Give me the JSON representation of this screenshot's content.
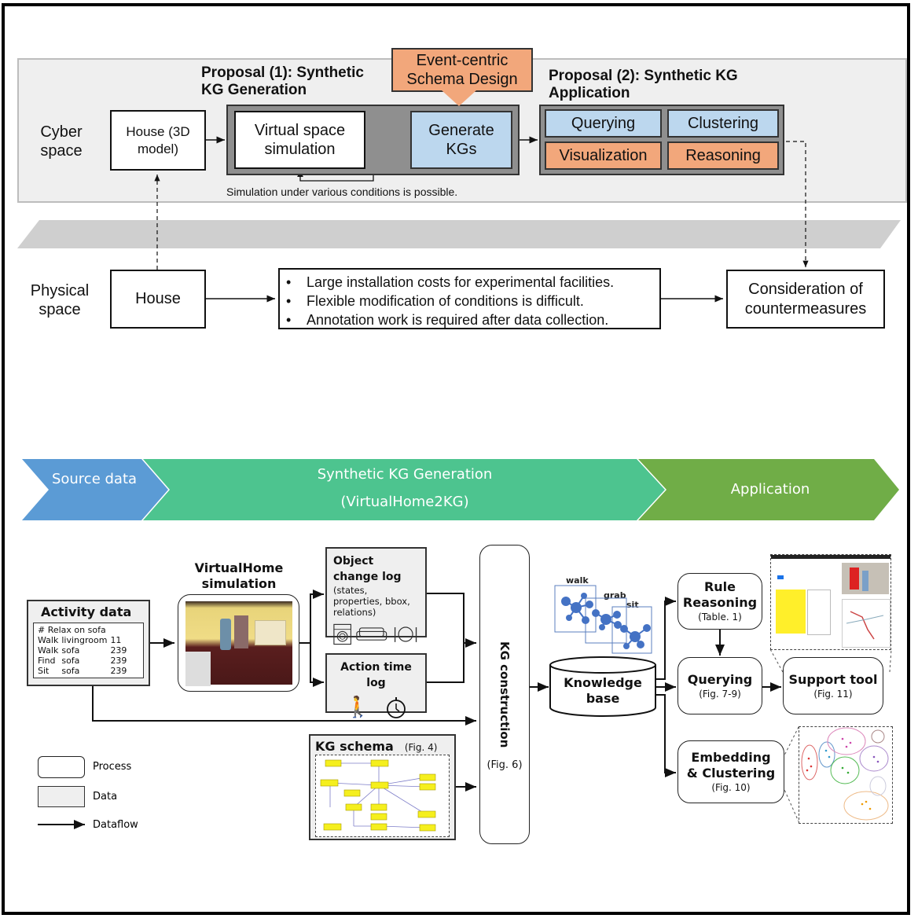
{
  "top_diagram": {
    "rows": {
      "cyber": "Cyber space",
      "physical": "Physical space"
    },
    "cyber": {
      "house_3d": "House (3D model)",
      "proposal1_title": "Proposal (1): Synthetic KG Generation",
      "virtual_sim": "Virtual space simulation",
      "generate_kgs": "Generate KGs",
      "schema_callout": "Event-centric Schema Design",
      "loop_note": "Simulation under various conditions is possible.",
      "proposal2_title": "Proposal (2): Synthetic KG Application",
      "applications": [
        "Querying",
        "Clustering",
        "Visualization",
        "Reasoning"
      ]
    },
    "physical": {
      "house": "House",
      "issues": [
        "Large installation costs for experimental facilities.",
        "Flexible modification of conditions is difficult.",
        "Annotation work is required after data collection."
      ],
      "countermeasures": "Consideration of countermeasures"
    }
  },
  "pipeline_header": {
    "stages": [
      {
        "label": "Source data",
        "color": "#5b9bd5"
      },
      {
        "label": "Synthetic KG Generation",
        "sub": "(VirtualHome2KG)",
        "color": "#4dc48f"
      },
      {
        "label": "Application",
        "color": "#70ad47"
      }
    ]
  },
  "pipeline": {
    "activity_data": {
      "title": "Activity data",
      "comment": "# Relax on sofa",
      "rows": [
        [
          "Walk",
          "livingroom",
          "11"
        ],
        [
          "Walk",
          "sofa",
          "239"
        ],
        [
          "Find",
          "sofa",
          "239"
        ],
        [
          "Sit",
          "sofa",
          "239"
        ]
      ]
    },
    "virtualhome": {
      "title": "VirtualHome simulation"
    },
    "object_log": {
      "title": "Object change log",
      "sub": "(states, properties, bbox, relations)",
      "icons": [
        "washing-machine-icon",
        "sofa-icon",
        "dishware-icon"
      ]
    },
    "action_log": {
      "title": "Action time log",
      "icons": [
        "walking-person-icon",
        "stopwatch-icon"
      ]
    },
    "kg_schema": {
      "title": "KG schema",
      "ref": "(Fig. 4)"
    },
    "kg_construction": {
      "title": "KG construction",
      "ref": "(Fig. 6)"
    },
    "kg_labels": [
      "walk",
      "grab",
      "sit"
    ],
    "knowledge_base": "Knowledge base",
    "rule_reasoning": {
      "title": "Rule Reasoning",
      "ref": "(Table. 1)"
    },
    "querying": {
      "title": "Querying",
      "ref": "(Fig. 7-9)"
    },
    "support_tool": {
      "title": "Support tool",
      "ref": "(Fig. 11)"
    },
    "embedding": {
      "title": "Embedding & Clustering",
      "ref": "(Fig. 10)"
    }
  },
  "legend": {
    "items": [
      {
        "kind": "process",
        "label": "Process"
      },
      {
        "kind": "data",
        "label": "Data"
      },
      {
        "kind": "dataflow",
        "label": "Dataflow"
      }
    ]
  }
}
